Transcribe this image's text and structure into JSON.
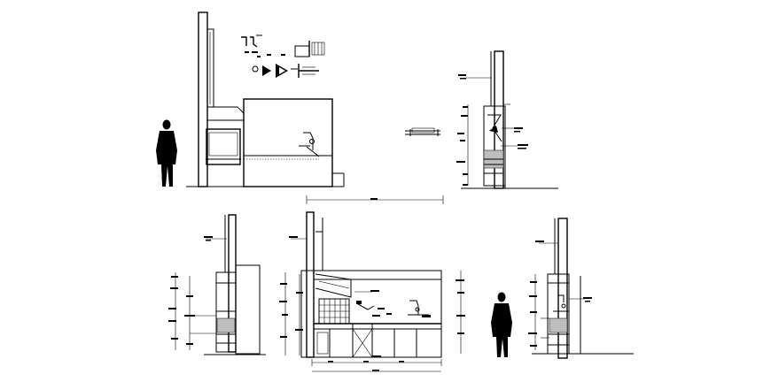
{
  "drawing": {
    "background": "#ffffff",
    "line_color": "#000000",
    "views": [
      {
        "id": "front-elevation-top"
      },
      {
        "id": "section-right-top"
      },
      {
        "id": "section-left-bottom"
      },
      {
        "id": "front-elevation-bottom"
      },
      {
        "id": "section-right-bottom"
      }
    ],
    "icons": [
      "human-figure-icon",
      "faucet-detail-icon",
      "fitting-detail-icon"
    ]
  }
}
